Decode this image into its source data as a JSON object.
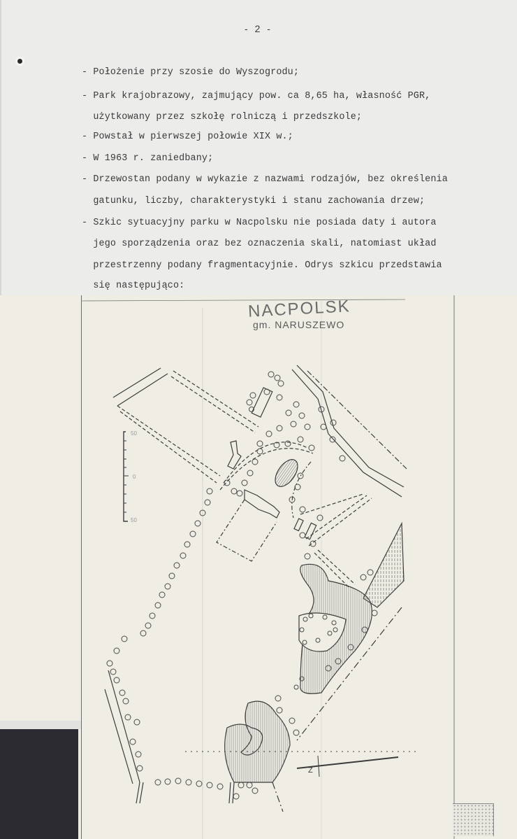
{
  "page": {
    "number_label": "- 2 -"
  },
  "body": {
    "lines": [
      "- Położenie przy szosie do Wyszogrodu;",
      "- Park krajobrazowy, zajmujący pow. ca 8,65 ha, własność PGR,",
      "  użytkowany przez szkołę rolniczą i przedszkole;",
      "- Powstał w pierwszej połowie XIX w.;",
      "- W 1963 r. zaniedbany;",
      "- Drzewostan podany w wykazie z nazwami rodzajów, bez określenia",
      "  gatunku, liczby, charakterystyki i stanu zachowania drzew;",
      "- Szkic sytuacyjny parku w Nacpolsku nie posiada daty i autora",
      "  jego sporządzenia oraz bez oznaczenia skali, natomiast układ",
      "  przestrzenny podany fragmentacyjnie. Odrys szkicu przedstawia",
      "  się następująco:"
    ]
  },
  "sketch": {
    "title": "NACPOLSK",
    "subtitle": "gm. NARUSZEWO",
    "scale_labels": [
      "50",
      "0",
      "50"
    ],
    "north_label": "Z",
    "colors": {
      "ink": "#3c3c3c",
      "hatch": "#8a8a8a",
      "paper": "#efede4"
    }
  }
}
